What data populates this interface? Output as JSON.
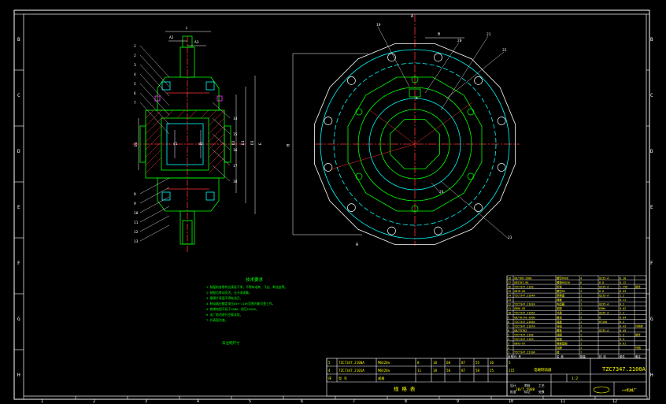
{
  "frame": {
    "row_letters": [
      "B",
      "C",
      "D",
      "E",
      "F",
      "G",
      "H"
    ],
    "col_numbers": [
      "1",
      "2",
      "3",
      "4",
      "5",
      "6",
      "7",
      "8",
      "9",
      "10",
      "11",
      "12"
    ]
  },
  "section_view": {
    "leader_numbers": [
      "1",
      "2",
      "3",
      "4",
      "5",
      "6",
      "7",
      "8",
      "9",
      "10",
      "11",
      "12",
      "13",
      "14",
      "15",
      "16",
      "17",
      "18"
    ],
    "dims": [
      "L",
      "A2",
      "A3",
      "D2",
      "D1",
      "D3",
      "D4",
      "d1",
      "d2",
      "E"
    ]
  },
  "front_view": {
    "section_markers": [
      "A",
      "A"
    ],
    "dims": [
      "M",
      "θ",
      "b"
    ],
    "leader_numbers": [
      "19",
      "20",
      "21",
      "22",
      "23",
      "24"
    ]
  },
  "notes": {
    "title": "技术要求",
    "lines": [
      "1.装配前各零件应清洗干净，不得有毛刺、飞边、氧化皮等。",
      "2.装配后转动灵活，无卡滞现象。",
      "3.摩擦片表面不得有油污。",
      "4.制动器在额定电压85%~110%范围内能可靠工作。",
      "5.绝缘电阻不低于20MΩ，耐压1500V。",
      "6.出厂前须进行空载试验。",
      "7.外表面涂漆。"
    ],
    "footer": "未注明尺寸"
  },
  "spec_table": {
    "rows": [
      [
        "5",
        "TZC7347.2100A",
        "M6X20n",
        "8",
        "18",
        "68",
        "87",
        "55",
        "36",
        "5"
      ],
      [
        "4",
        "TZC7347.2101A",
        "M6X20n",
        "11",
        "18",
        "58",
        "87",
        "58",
        "25",
        "215"
      ],
      [
        "序",
        "型 号",
        "规格",
        "",
        "",
        "",
        "",
        "",
        "",
        ""
      ]
    ],
    "caption": "规 格 表"
  },
  "bom": {
    "rows": [
      [
        "18",
        "GB/T68-2000",
        "螺钉M4X6",
        "4",
        "Q235-A",
        "",
        "0.10",
        ""
      ],
      [
        "17",
        "GB5783-86",
        "螺栓M4X16",
        "6",
        "8.8",
        "",
        "0.12",
        ""
      ],
      [
        "16",
        "TZC7347.2100",
        "衔铁",
        "1",
        "Q235-A",
        "",
        "1.256",
        "组件"
      ],
      [
        "15",
        "GB78-85",
        "螺钉M4",
        "3",
        "8.8",
        "",
        "0.03",
        ""
      ],
      [
        "14",
        "TZC7347.2104A",
        "摩擦盘",
        "1",
        "Q235-A",
        "",
        "1.2",
        ""
      ],
      [
        "13",
        "",
        "弹簧",
        "1",
        "",
        "",
        "0.11",
        ""
      ],
      [
        "12",
        "TZC7347.2102A",
        "内齿圈",
        "1",
        "Q235-A",
        "",
        "0.2",
        ""
      ],
      [
        "11",
        "GB96-85",
        "垫圈",
        "1",
        "65Mn",
        "",
        "0.02",
        ""
      ],
      [
        "10",
        "TZC7347.2105A",
        "外盘",
        "1",
        "Q235-A",
        "",
        "1.2",
        ""
      ],
      [
        "9",
        "GB/T6170-2000",
        "螺母",
        "3",
        "8",
        "",
        "0.04",
        ""
      ],
      [
        "8",
        "TZC7347.2106A",
        "端盖",
        "1",
        "HT200",
        "",
        "0.4",
        ""
      ],
      [
        "7",
        "TZC7347.2107A",
        "导线",
        "1",
        "",
        "",
        "0.43",
        "外购件"
      ],
      [
        "6",
        "GB/T5782",
        "螺栓",
        "4",
        "Q235-A",
        "",
        "0.45",
        ""
      ],
      [
        "5",
        "TZC7347.2108",
        "线圈",
        "1",
        "",
        "",
        "1.2",
        "组件"
      ],
      [
        "4",
        "TZC7347.2109",
        "磁轭",
        "1",
        "",
        "",
        "0.5",
        ""
      ],
      [
        "3",
        "GB93-87",
        "弹簧垫圈",
        "1",
        "",
        "",
        "0.01",
        ""
      ],
      [
        "2",
        "",
        "标牌",
        "1",
        "",
        "",
        "",
        "外购"
      ],
      [
        "1",
        "TZC7347.2110A",
        "键",
        "1",
        "",
        "",
        "",
        ""
      ]
    ],
    "header": [
      "序号",
      "代 号",
      "名 称",
      "数量",
      "材 料",
      "",
      "单件",
      "备注"
    ]
  },
  "title_block": {
    "drawing_no": "TZC7347.2100A",
    "part_name": "电磁制动器",
    "scale": "1:2",
    "standard": "JB/T 5988",
    "company": "××机械厂",
    "labels": [
      "设计",
      "审核",
      "工艺",
      "批准",
      "标记",
      "处数"
    ]
  },
  "colors": {
    "frame": "#ffffff",
    "outline": "#00ff00",
    "center": "#ff3333",
    "aux": "#00ffff",
    "text": "#ffff00",
    "mag": "#ff33ff"
  }
}
